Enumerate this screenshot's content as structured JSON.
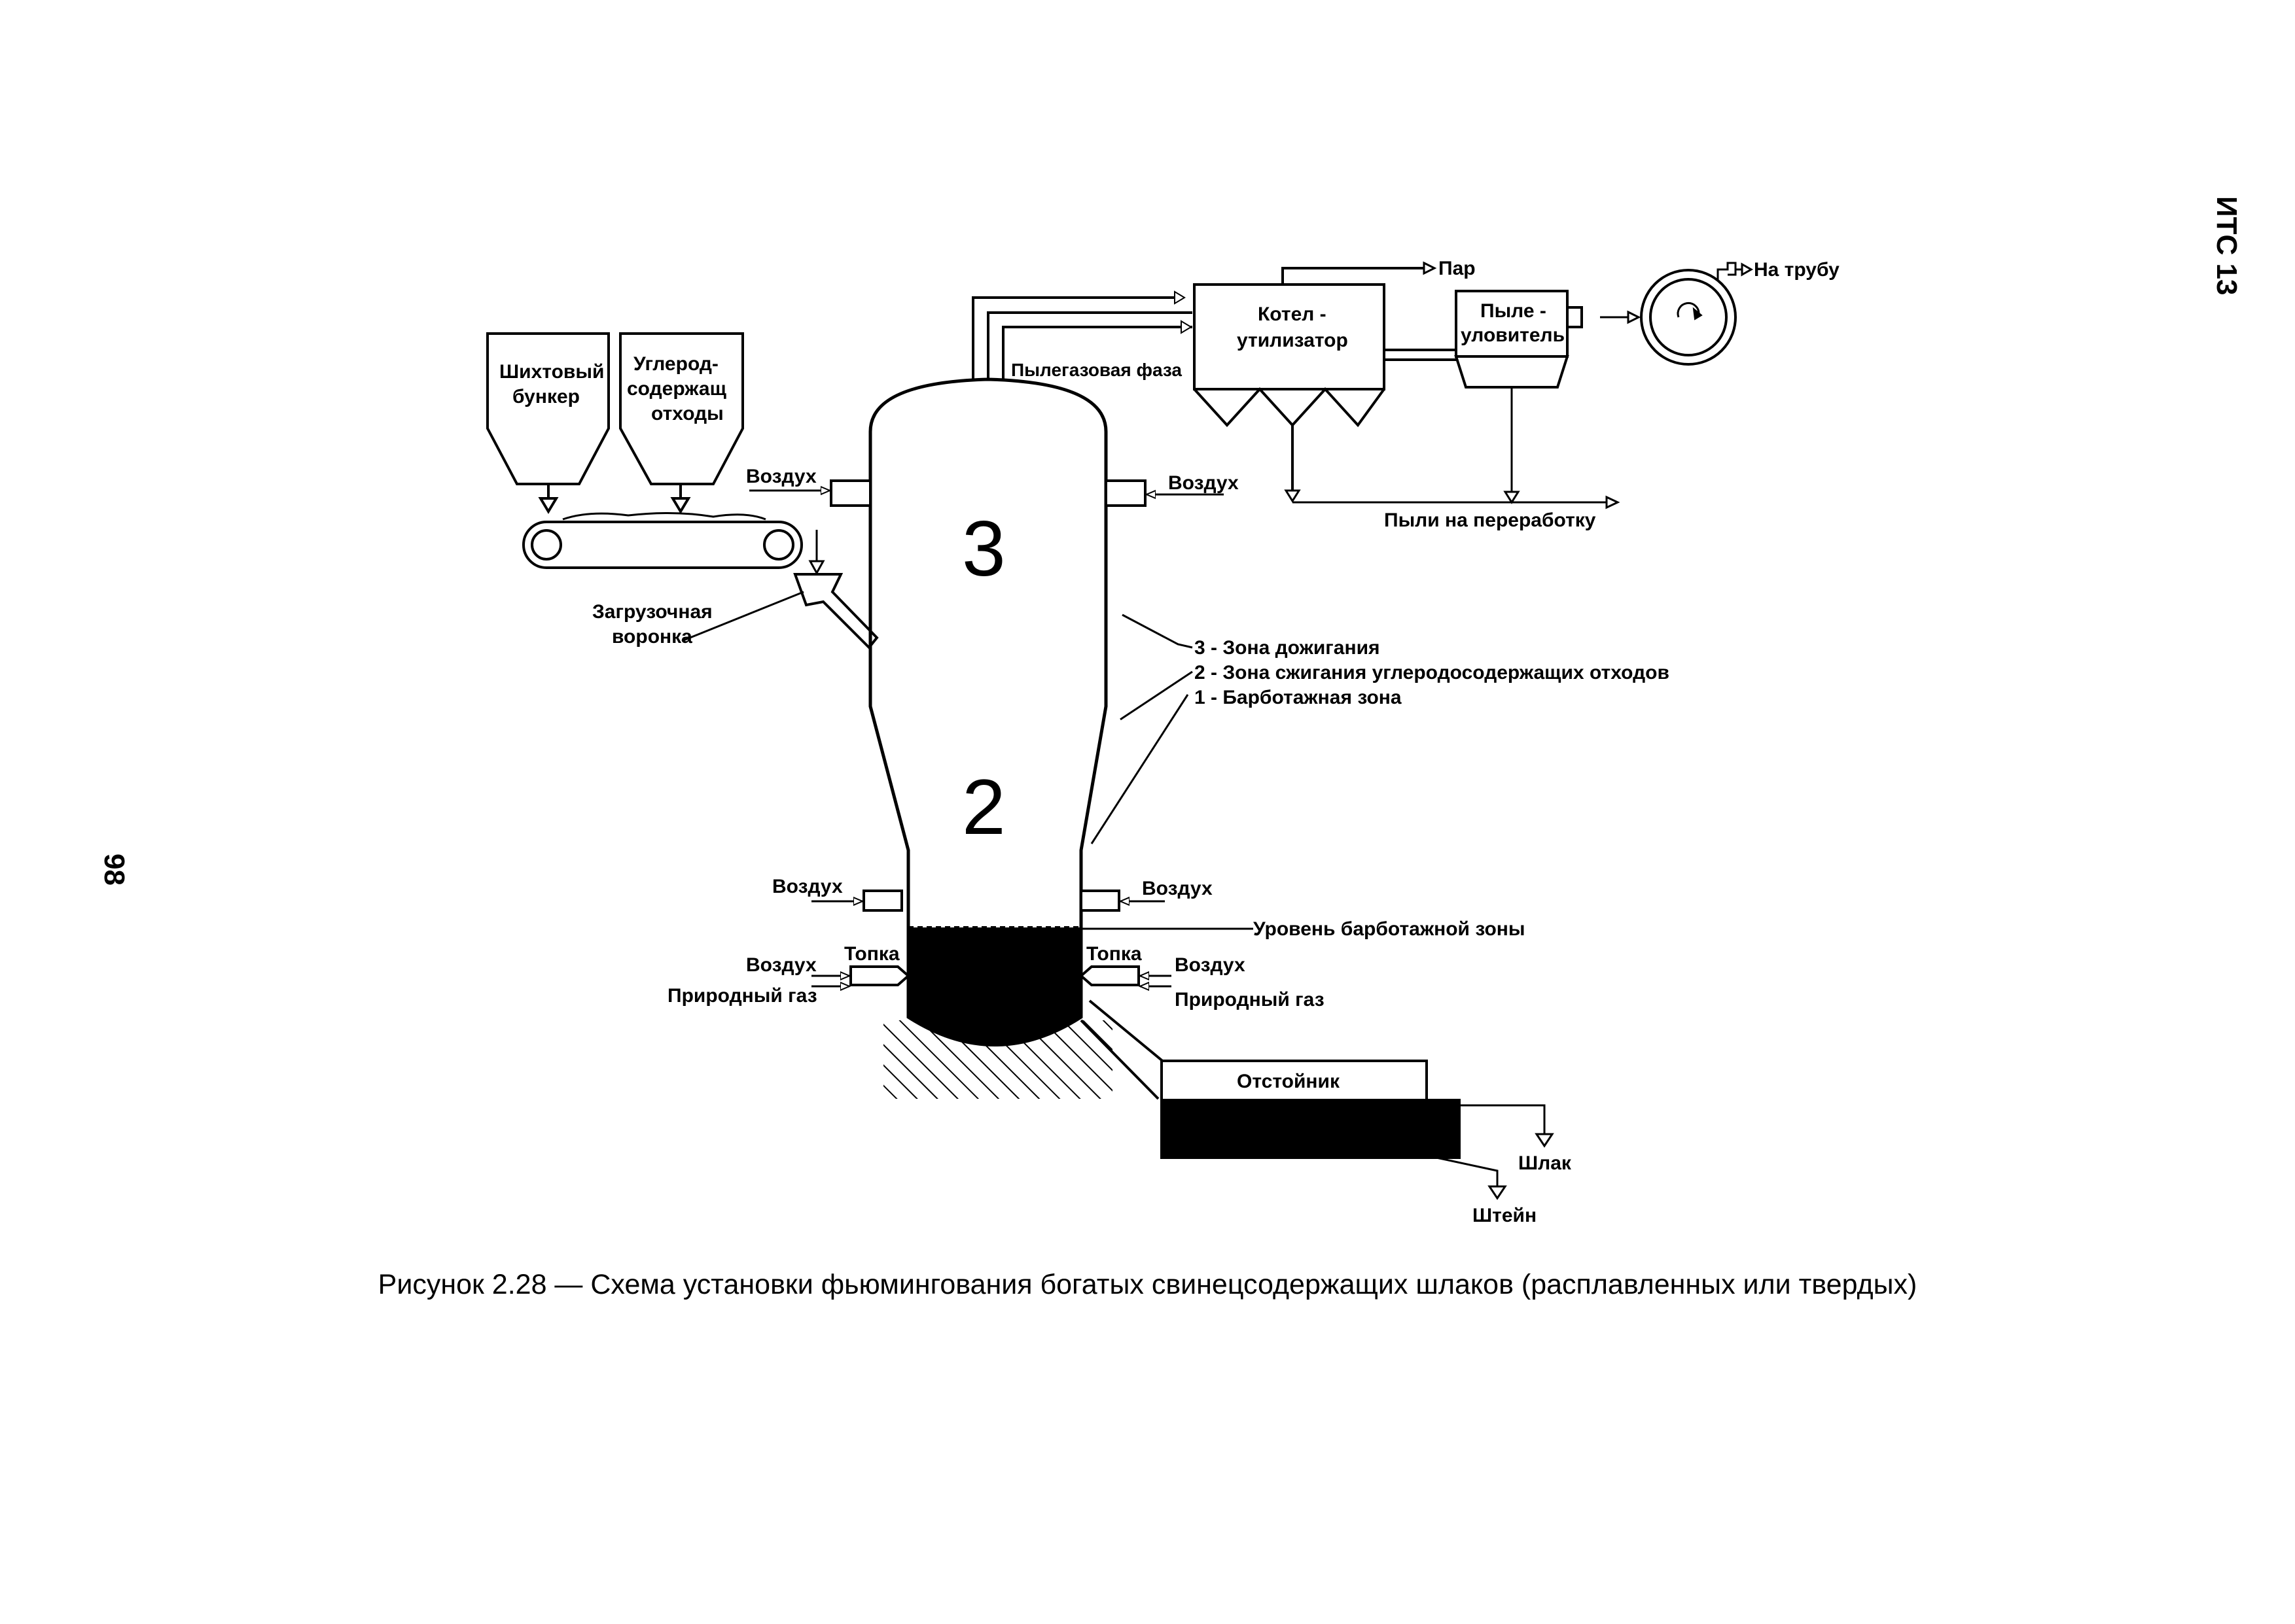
{
  "header": {
    "doc_code": "ИТС 13",
    "page_number": "98"
  },
  "figure": {
    "caption": "Рисунок 2.28 — Схема установки фьюмингования богатых свинецсодержащих шлаков (расплавленных или твердых)"
  },
  "labels": {
    "hopper_charge_1": "Шихтовый",
    "hopper_charge_2": "бункер",
    "hopper_carbon_1": "Углерод-",
    "hopper_carbon_2": "содержащ",
    "hopper_carbon_3": "отходы",
    "loading_funnel_1": "Загрузочная",
    "loading_funnel_2": "воронка",
    "air": "Воздух",
    "firebox": "Топка",
    "natural_gas": "Природный газ",
    "dust_gas_phase": "Пылегазовая фаза",
    "boiler_1": "Котел -",
    "boiler_2": "утилизатор",
    "dust_collector_1": "Пыле -",
    "dust_collector_2": "уловитель",
    "steam": "Пар",
    "to_stack": "На трубу",
    "dust_processing": "Пыли на переработку",
    "settler": "Отстойник",
    "slag": "Шлак",
    "matte": "Штейн",
    "bubbling_level": "Уровень барботажной зоны",
    "zone3_number": "3",
    "zone2_number": "2"
  },
  "legend": [
    "3 - Зона дожигания",
    "2 - Зона сжигания углеродосодержащих отходов",
    "1 - Барботажная зона"
  ]
}
